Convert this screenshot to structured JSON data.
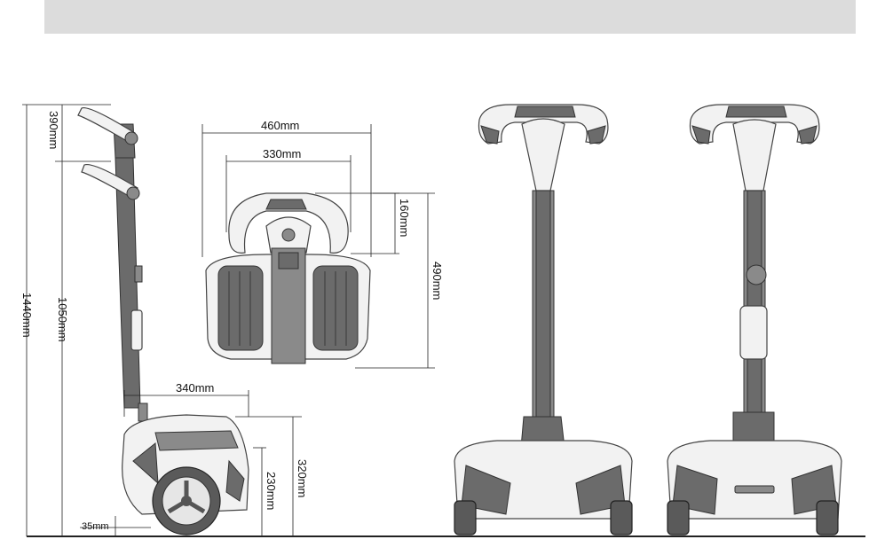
{
  "dimensions": {
    "total_height": "1440mm",
    "handle_range": "390mm",
    "column_height": "1050mm",
    "outer_width": "460mm",
    "handle_width": "330mm",
    "handle_depth": "160mm",
    "top_length": "490mm",
    "base_length": "340mm",
    "base_height": "320mm",
    "wheel_height": "230mm",
    "ground_clearance": "35mm"
  }
}
